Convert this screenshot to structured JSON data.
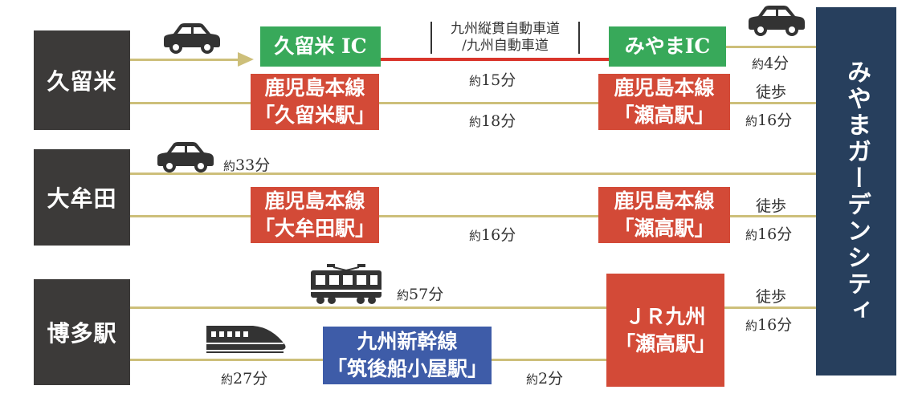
{
  "destination": "みやまガーデンシティ",
  "origins": {
    "kurume": "久留米",
    "omuta": "大牟田",
    "hakata": "博多駅"
  },
  "stations": {
    "kurume_ic": "久留米 IC",
    "miyama_ic": "みやまIC",
    "kagoshima_line": "鹿児島本線",
    "kurume_station": "「久留米駅」",
    "setaka_station": "「瀬高駅」",
    "omuta_station": "「大牟田駅」",
    "jr_kyushu": "ＪＲ九州",
    "kyushu_shinkansen": "九州新幹線",
    "chikugo_funagoya": "「筑後船小屋駅」"
  },
  "expressway": {
    "line1": "九州縦貫自動車道",
    "line2": "/九州自動車道"
  },
  "prefix": "約",
  "walk": "徒歩",
  "durations": {
    "kurume_ic_to_miyama_ic": "15分",
    "miyama_ic_to_dest": "4分",
    "kurume_rail": "18分",
    "walk_1": "16分",
    "omuta_car": "33分",
    "omuta_rail": "16分",
    "walk_2": "16分",
    "hakata_train": "57分",
    "walk_3": "16分",
    "hakata_shinkansen": "27分",
    "funagoya_to_setaka": "2分"
  },
  "colors": {
    "origin_bg": "#3c3a39",
    "destination_bg": "#273f5d",
    "rail_station": "#d34a37",
    "ic": "#38a95a",
    "shinkansen": "#3e5ca8",
    "route_line": "#cdbf7a",
    "expressway_line": "#d9352b"
  },
  "icons": [
    "car-icon",
    "train-icon",
    "shinkansen-icon",
    "arrow-right-icon"
  ]
}
